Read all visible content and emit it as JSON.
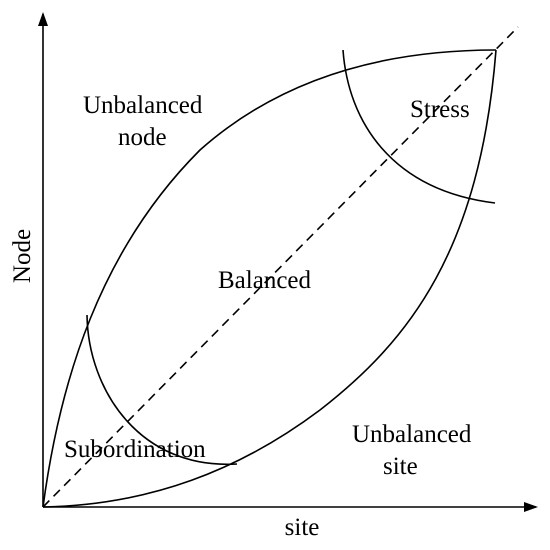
{
  "diagram": {
    "axes": {
      "x_label": "site",
      "y_label": "Node"
    },
    "regions": {
      "unbalanced_node": [
        "Unbalanced",
        "node"
      ],
      "stress": "Stress",
      "balanced": "Balanced",
      "subordination": "Subordination",
      "unbalanced_site": [
        "Unbalanced",
        "site"
      ]
    },
    "colors": {
      "ink": "#000000",
      "background": "#ffffff"
    }
  }
}
